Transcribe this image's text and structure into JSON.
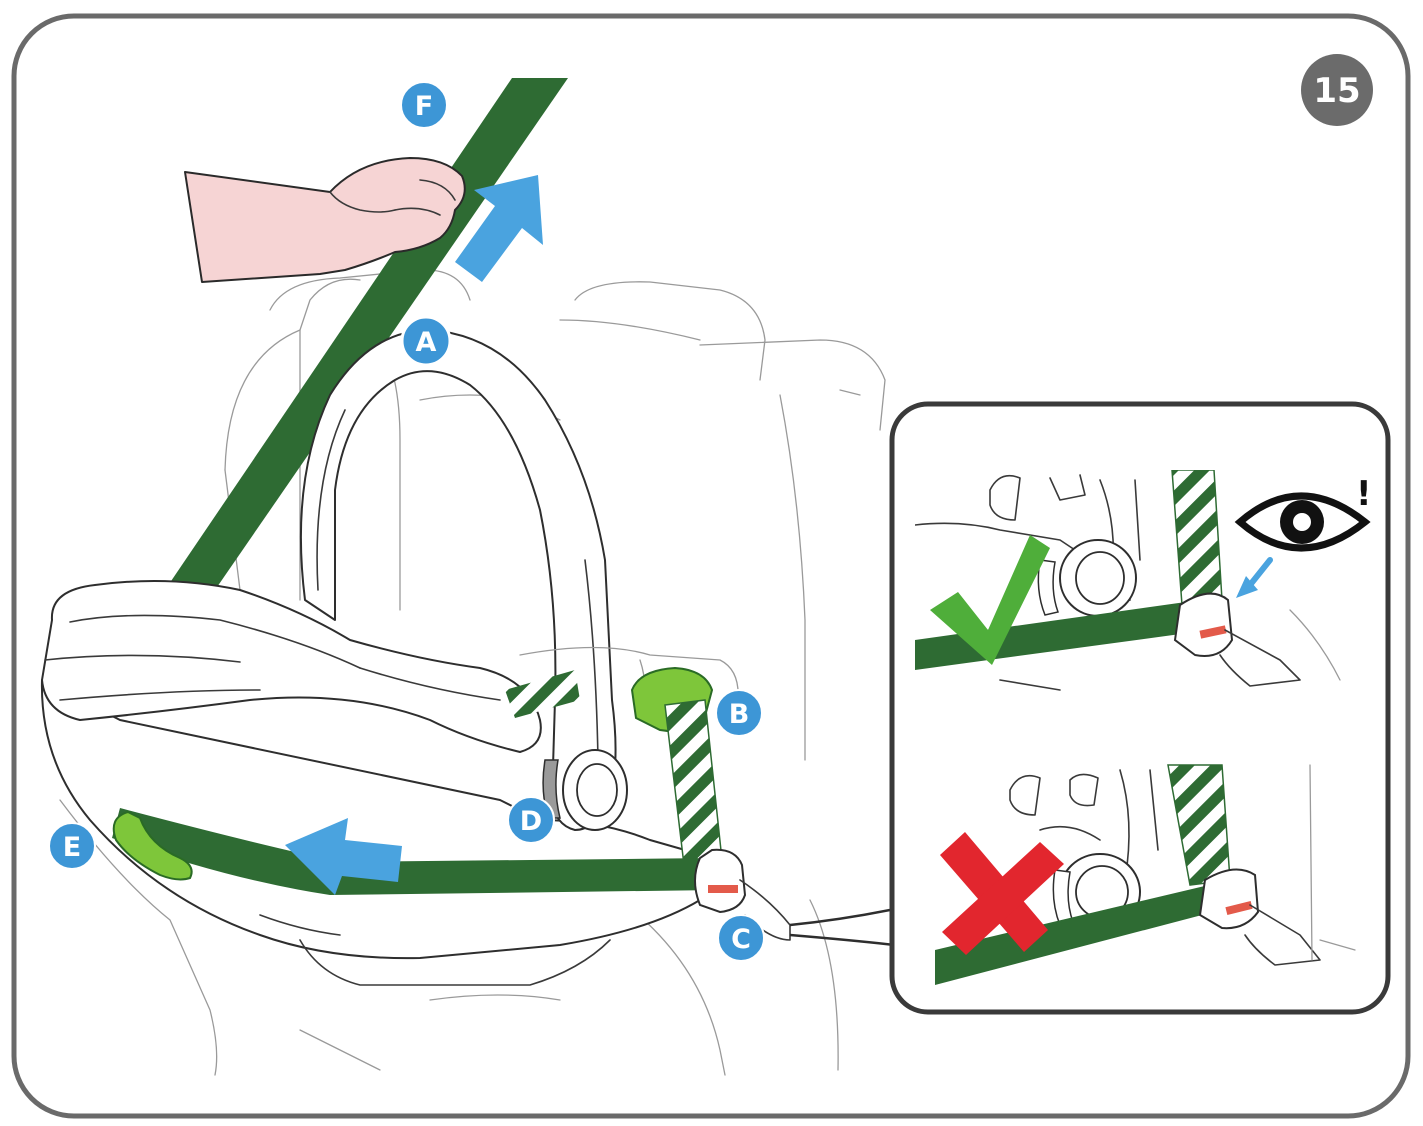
{
  "step": {
    "number": "15"
  },
  "markers": [
    {
      "id": "A",
      "label": "A"
    },
    {
      "id": "B",
      "label": "B"
    },
    {
      "id": "C",
      "label": "C"
    },
    {
      "id": "D",
      "label": "D"
    },
    {
      "id": "E",
      "label": "E"
    },
    {
      "id": "F",
      "label": "F"
    }
  ],
  "insets": [
    {
      "id": "correct",
      "status_icon": "check-icon",
      "attention_icon": "eye-icon",
      "alert_mark": "!"
    },
    {
      "id": "incorrect",
      "status_icon": "cross-icon"
    }
  ],
  "colors": {
    "belt_green": "#2e6b33",
    "guide_green": "#7ec63a",
    "arrow_blue": "#4aa3df",
    "marker_blue": "#3d96d6",
    "step_badge": "#6b6b6b",
    "hand_skin": "#f6d4d4",
    "check_green": "#4fae3a",
    "cross_red": "#e2262e",
    "frame_border": "#6a6a6a"
  }
}
